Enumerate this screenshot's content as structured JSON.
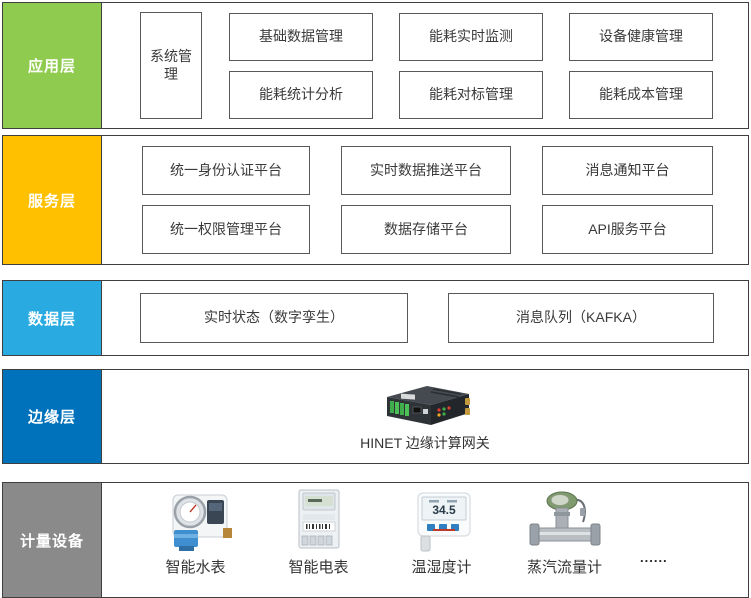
{
  "layers": {
    "application": {
      "label": "应用层",
      "color": "#8FCB4E"
    },
    "service": {
      "label": "服务层",
      "color": "#FFC000"
    },
    "data": {
      "label": "数据层",
      "color": "#29ABE2"
    },
    "edge": {
      "label": "边缘层",
      "color": "#0072BC"
    },
    "metering": {
      "label": "计量设备",
      "color": "#8A8A8A"
    }
  },
  "application": {
    "system_management": "系统管理",
    "modules": [
      "基础数据管理",
      "能耗实时监测",
      "设备健康管理",
      "能耗统计分析",
      "能耗对标管理",
      "能耗成本管理"
    ]
  },
  "service": {
    "platforms": [
      "统一身份认证平台",
      "实时数据推送平台",
      "消息通知平台",
      "统一权限管理平台",
      "数据存储平台",
      "API服务平台"
    ]
  },
  "data": {
    "stores": [
      "实时状态（数字孪生）",
      "消息队列（KAFKA）"
    ]
  },
  "edge": {
    "icon": "edge-gateway-icon",
    "caption": "HINET 边缘计算网关"
  },
  "metering": {
    "devices": [
      {
        "icon": "water-meter-icon",
        "label": "智能水表"
      },
      {
        "icon": "electric-meter-icon",
        "label": "智能电表"
      },
      {
        "icon": "temp-humidity-sensor-icon",
        "label": "温湿度计",
        "lcd_reading": "34.5"
      },
      {
        "icon": "steam-flow-meter-icon",
        "label": "蒸汽流量计"
      }
    ],
    "more": "......"
  }
}
